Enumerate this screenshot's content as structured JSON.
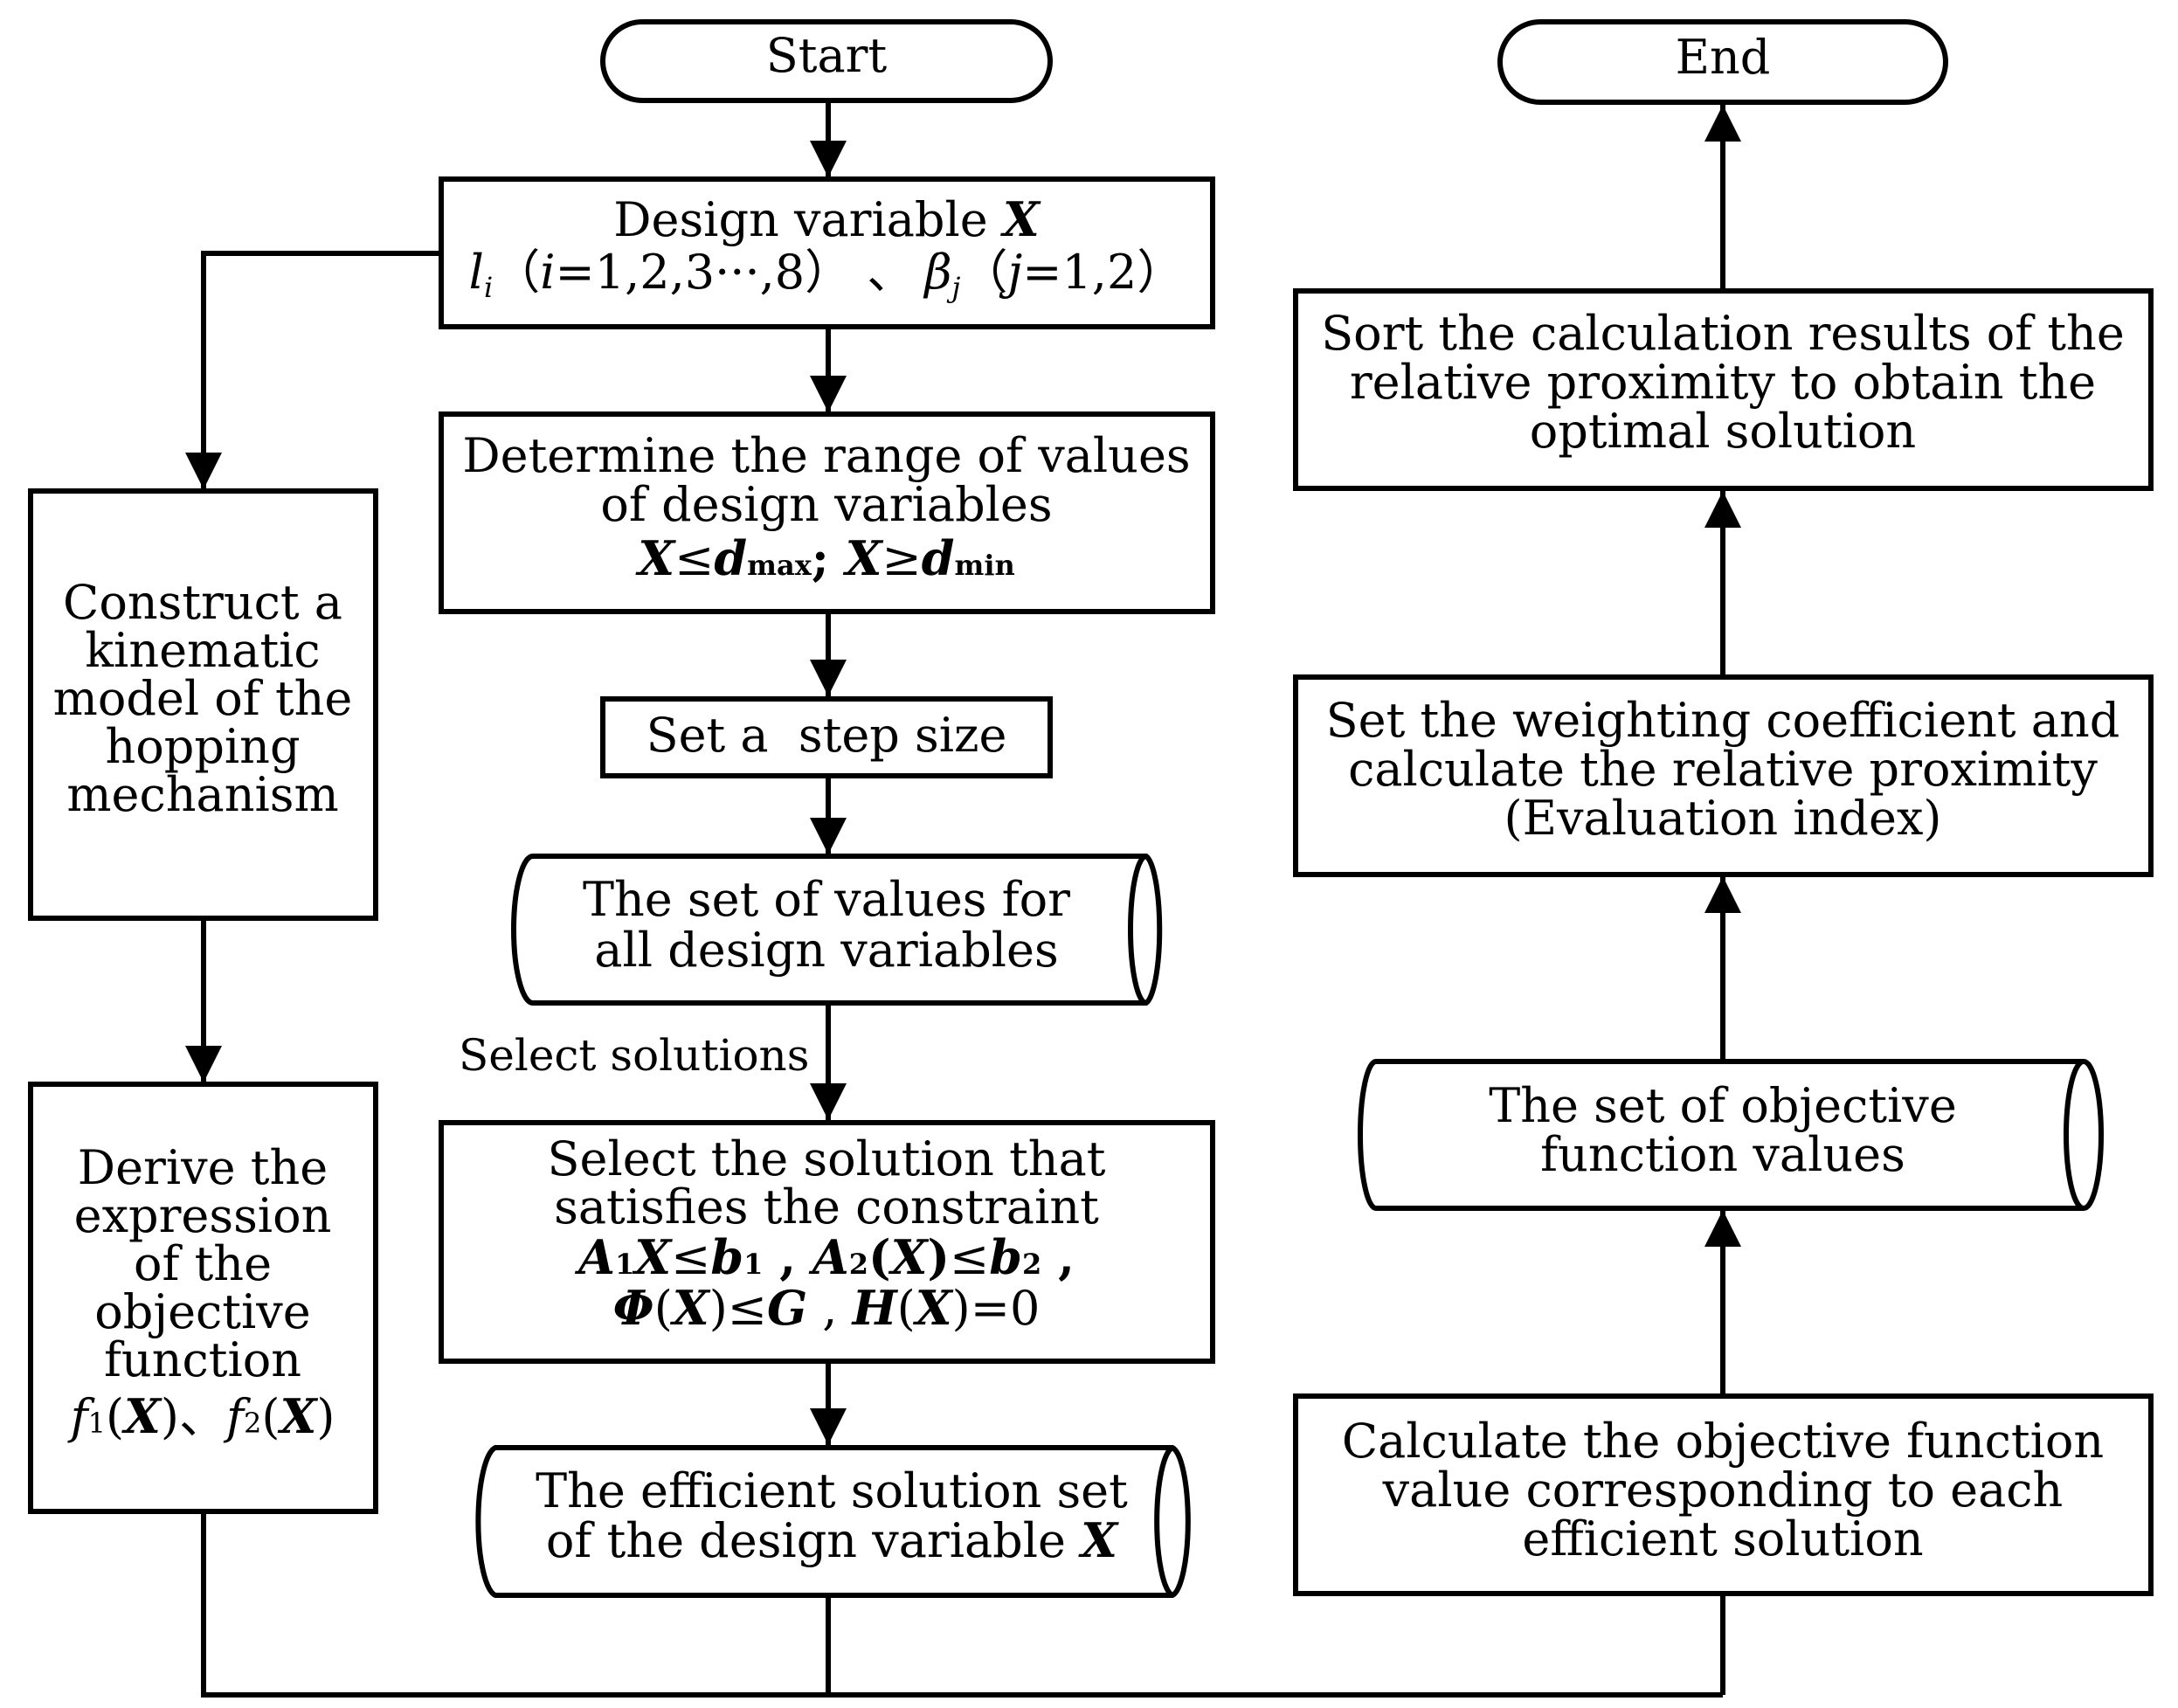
{
  "nodes": {
    "start": {
      "label": "Start"
    },
    "end": {
      "label": "End"
    },
    "design_variable": {
      "title_text": "Design variable ",
      "title_var": "X",
      "line2": {
        "l": "l",
        "i_sub": "i",
        "open1": "（",
        "i": "i",
        "range1": "=1,2,3···,8）",
        "sep": " 、",
        "beta": "β",
        "j_sub": "j",
        "open2": "（",
        "j": "j",
        "range2": "=1,2）"
      }
    },
    "range": {
      "line1": "Determine the range of values",
      "line2": "of design variables",
      "line3": {
        "x1": "X",
        "le": "≤",
        "d1": "d",
        "max": "max",
        "semi": "; ",
        "x2": "X",
        "ge": "≥",
        "d2": "d",
        "min": "min"
      }
    },
    "step": {
      "label": "Set a  step size"
    },
    "value_set": {
      "line1": "The set of values for",
      "line2": "all design variables"
    },
    "select_label": {
      "label": "Select solutions"
    },
    "select_solution": {
      "line1": "Select the solution that",
      "line2": "satisfies the constraint",
      "line3": {
        "a1": "A",
        "s1": "1",
        "x1": "X",
        "le1": "≤",
        "b1": "b",
        "s2": "1",
        "sep1": " , ",
        "a2": "A",
        "s3": "2",
        "open": "(",
        "x2": "X",
        "close": ")",
        "le2": "≤",
        "b2": "b",
        "s4": "2",
        "sep2": " ,"
      },
      "line4": {
        "phi": "Φ",
        "open1": "(",
        "x1": "X",
        "close1": ")",
        "le": "≤",
        "g": "G",
        "sep": " , ",
        "h": "H",
        "open2": "(",
        "x2": "X",
        "close2": ")",
        "eq": "=0"
      }
    },
    "efficient_set": {
      "line1": "The efficient solution set",
      "line2_text": "of the design variable ",
      "line2_var": "X"
    },
    "kinematic": {
      "lines": [
        "Construct a",
        "kinematic",
        "model of the",
        "hopping",
        "mechanism"
      ]
    },
    "derive": {
      "lines": [
        "Derive the",
        "expression",
        "of the",
        "objective",
        "function"
      ],
      "formula": {
        "f1": "f",
        "s1": "1",
        "open1": "(",
        "x1": "X",
        "close1": ")",
        "sep": "、",
        "f2": "f",
        "s2": "2",
        "open2": "(",
        "x2": "X",
        "close2": ")"
      }
    },
    "calculate": {
      "lines": [
        "Calculate the objective function",
        "value corresponding to each",
        "efficient solution"
      ]
    },
    "objective_set": {
      "line1": "The set of objective",
      "line2": "function values"
    },
    "weighting": {
      "lines": [
        "Set the weighting coefficient and",
        "calculate the relative proximity",
        "(Evaluation index)"
      ]
    },
    "sort": {
      "lines": [
        "Sort the calculation results of the",
        "relative proximity to obtain the",
        "optimal solution"
      ]
    }
  }
}
